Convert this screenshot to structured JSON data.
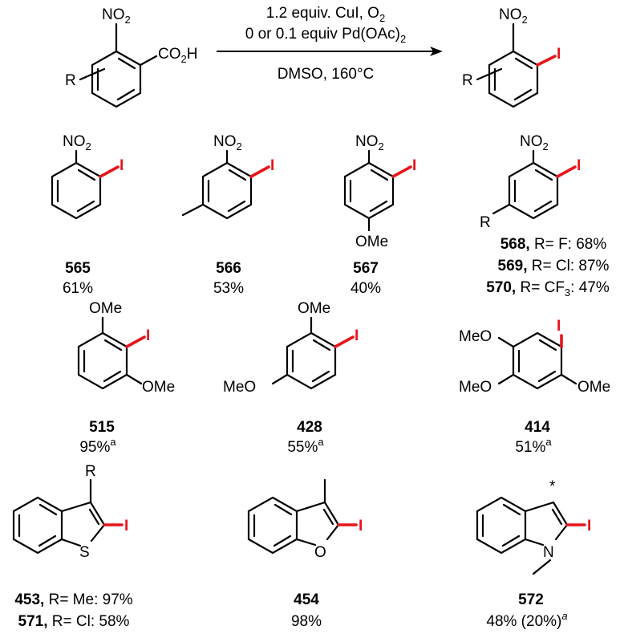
{
  "reaction": {
    "reactant": {
      "r": "R",
      "no2": "NO",
      "no2_sub": "2",
      "acid": "CO",
      "acid_sub": "2",
      "acid_tail": "H"
    },
    "conditions": {
      "line1": "1.2 equiv. CuI, O",
      "line1_sub": "2",
      "line2": "0 or 0.1 equiv Pd(OAc)",
      "line2_sub": "2",
      "line3": "DMSO, 160°C"
    },
    "product": {
      "r": "R",
      "no2": "NO",
      "no2_sub": "2",
      "iodine": "I"
    }
  },
  "colors": {
    "iodine": "#e8141b",
    "bond": "#000000"
  },
  "compounds": {
    "c565": {
      "number": "565",
      "yield": "61%"
    },
    "c566": {
      "number": "566",
      "yield": "53%"
    },
    "c567": {
      "number": "567",
      "yield": "40%",
      "sub_ome": "OMe"
    },
    "c568": {
      "r": "R",
      "lines": [
        {
          "number": "568,",
          "text": " R= F: 68%"
        },
        {
          "number": "569,",
          "text": " R= Cl: 87%"
        },
        {
          "number": "570,",
          "text": " R= CF",
          "sub": "3",
          "tail": ": 47%"
        }
      ]
    },
    "c515": {
      "number": "515",
      "yield": "95%",
      "note": "a",
      "ome_top": "OMe",
      "ome_bottom": "OMe"
    },
    "c428": {
      "number": "428",
      "yield": "55%",
      "note": "a",
      "ome_top": "OMe",
      "meo_left": "MeO"
    },
    "c414": {
      "number": "414",
      "yield": "51%",
      "note": "a",
      "meo_top": "MeO",
      "meo_bottom": "MeO",
      "ome_right": "OMe"
    },
    "c453": {
      "r": "R",
      "heteroatom": "S",
      "lines": [
        {
          "number": "453,",
          "text": " R= Me: 97%"
        },
        {
          "number": "571,",
          "text": " R= Cl: 58%"
        }
      ]
    },
    "c454": {
      "number": "454",
      "yield": "98%",
      "heteroatom": "O"
    },
    "c572": {
      "number": "572",
      "yield": "48% (20%)",
      "note": "a",
      "heteroatom": "N",
      "star": "*"
    },
    "iodine_label": "I",
    "nitro": "NO",
    "nitro_sub": "2"
  }
}
